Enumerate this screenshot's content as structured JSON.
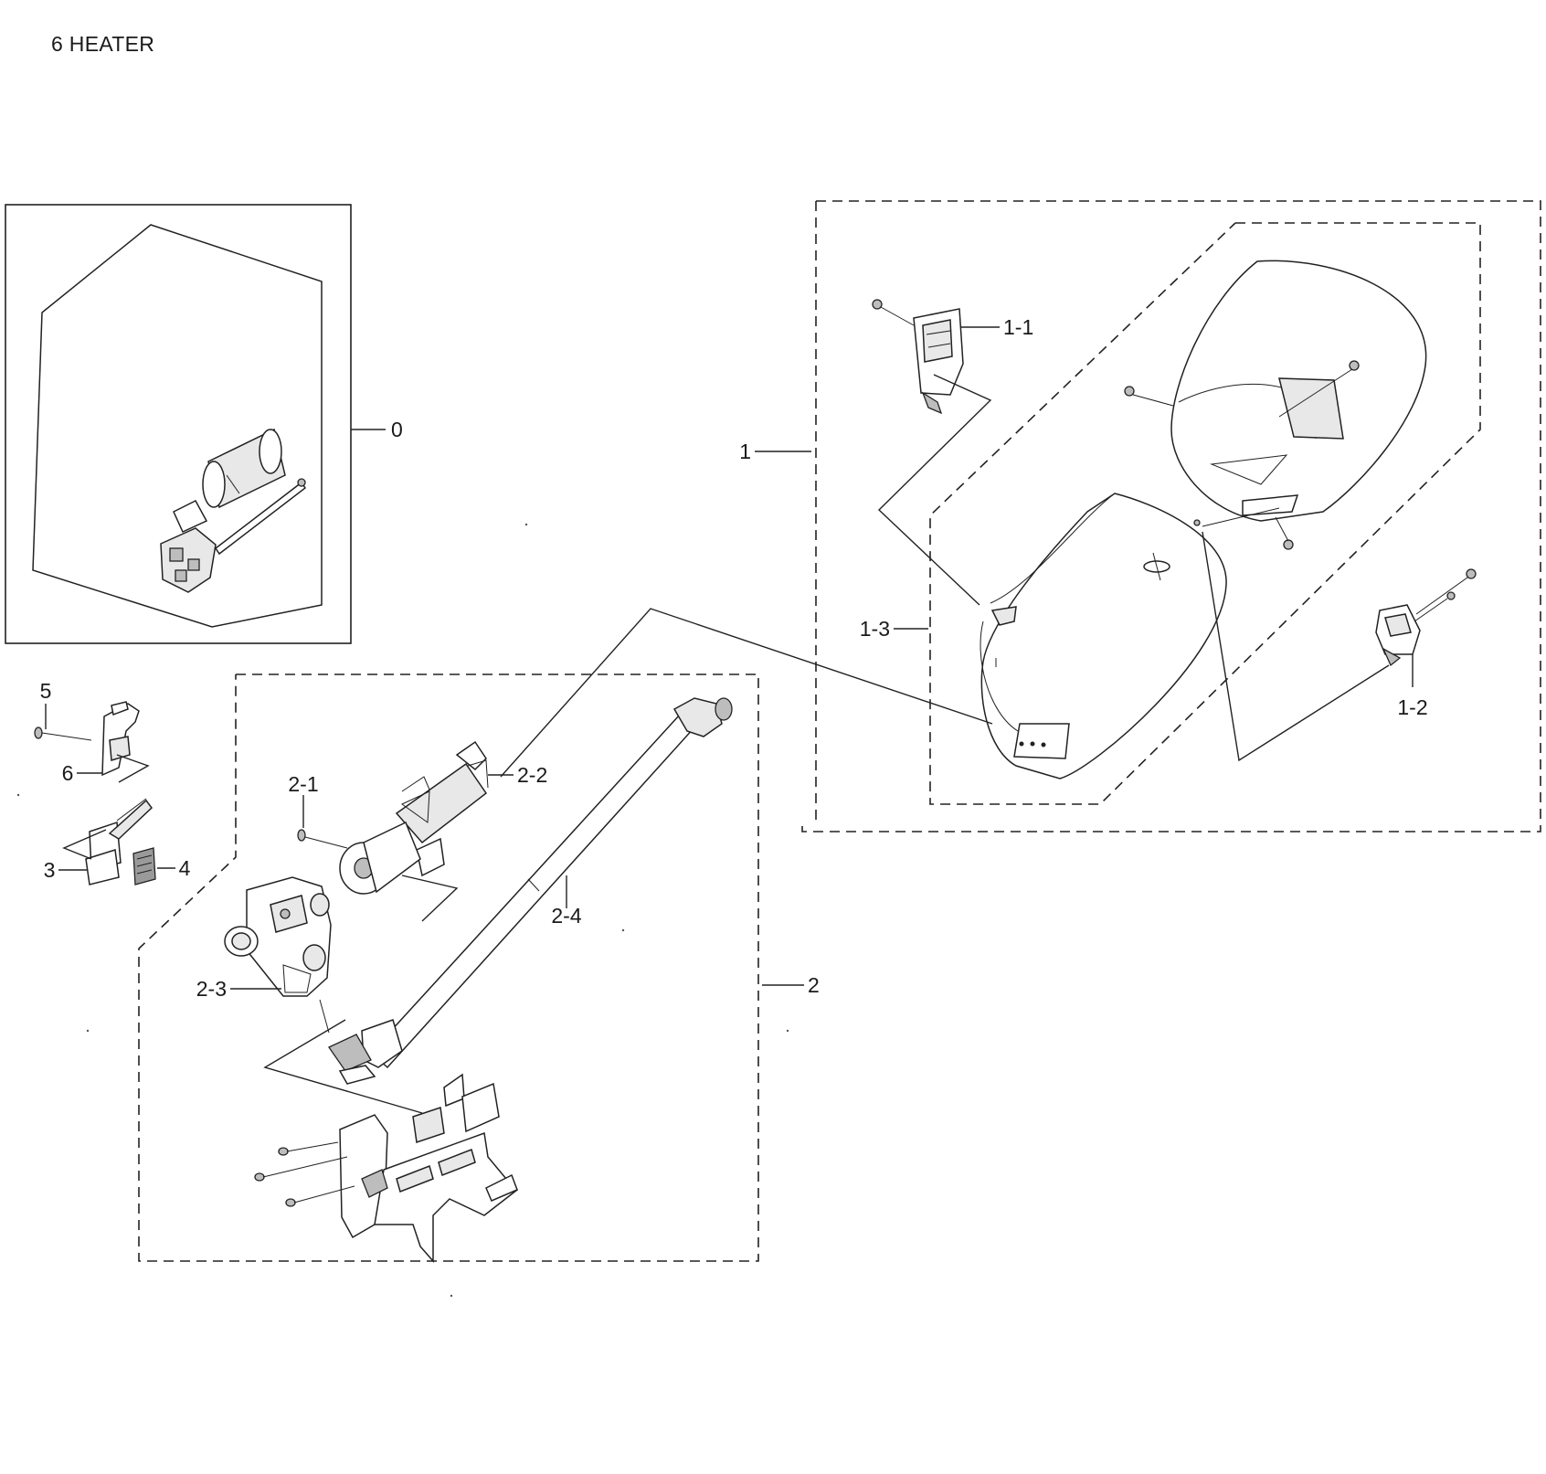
{
  "page": {
    "title": "6 HEATER"
  },
  "labels": {
    "l0": "0",
    "l1": "1",
    "l1_1": "1-1",
    "l1_2": "1-2",
    "l1_3": "1-3",
    "l2": "2",
    "l2_1": "2-1",
    "l2_2": "2-2",
    "l2_3": "2-3",
    "l2_4": "2-4",
    "l3": "3",
    "l4": "4",
    "l5": "5",
    "l6": "6"
  }
}
